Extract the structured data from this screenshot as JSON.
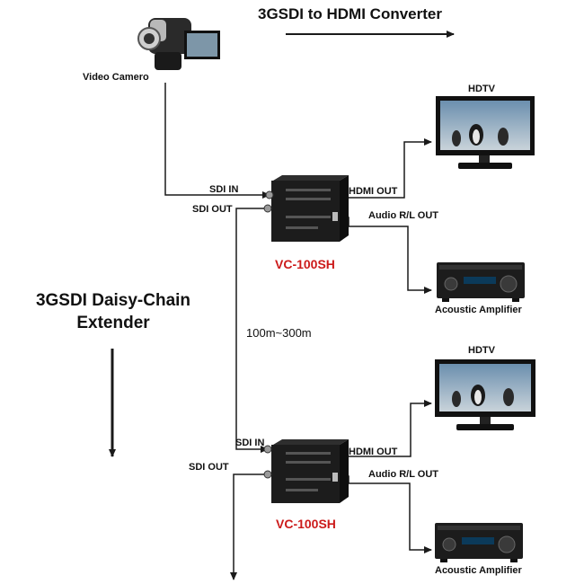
{
  "title": "3GSDI to HDMI Converter",
  "side_title": "3GSDI Daisy-Chain Extender",
  "side_title_line1": "3GSDI Daisy-Chain",
  "side_title_line2": "Extender",
  "distance": "100m~300m",
  "camera_label": "Video Camero",
  "units": [
    {
      "model": "VC-100SH",
      "sdi_in": "SDI IN",
      "sdi_out": "SDI OUT",
      "hdmi_out": "HDMI OUT",
      "audio_out": "Audio R/L OUT",
      "tv_label": "HDTV",
      "amp_label": "Acoustic Amplifier"
    },
    {
      "model": "VC-100SH",
      "sdi_in": "SDI IN",
      "sdi_out": "SDI OUT",
      "hdmi_out": "HDMI OUT",
      "audio_out": "Audio R/L OUT",
      "tv_label": "HDTV",
      "amp_label": "Acoustic Amplifier"
    }
  ],
  "colors": {
    "line": "#1a1a1a",
    "model": "#cc1a1a",
    "device": "#1c1c1c"
  }
}
